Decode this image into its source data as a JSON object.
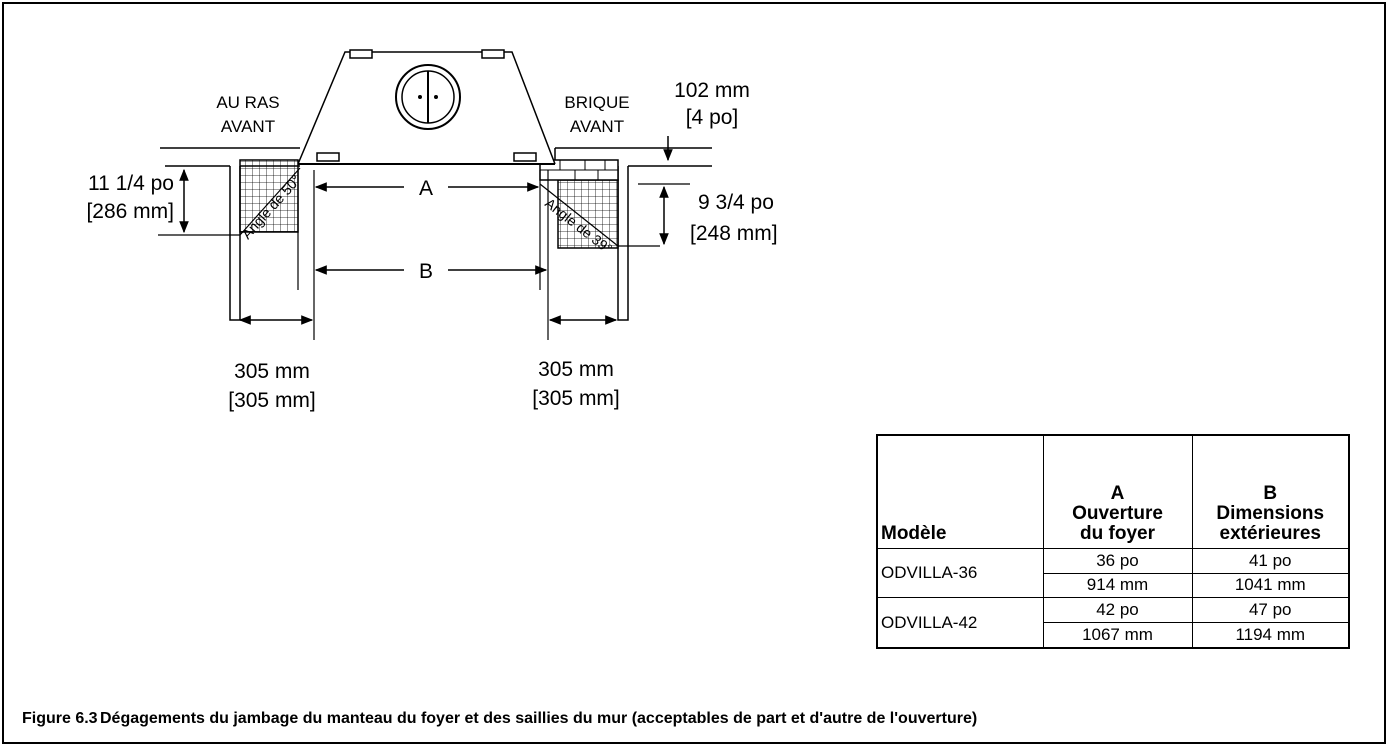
{
  "labels": {
    "flush_front": [
      "AU RAS",
      "AVANT"
    ],
    "brick_front": [
      "BRIQUE",
      "AVANT"
    ],
    "projection_top": [
      "102 mm",
      "[4 po]"
    ],
    "left_height": [
      "11 1/4 po",
      "[286 mm]"
    ],
    "right_height": [
      "9 3/4 po",
      "[248 mm]"
    ],
    "dim_a": "A",
    "dim_b": "B",
    "left_angle": "Angle de 50°",
    "right_angle": "Angle de 39°",
    "left_width": [
      "305 mm",
      "[305 mm]"
    ],
    "right_width": [
      "305 mm",
      "[305 mm]"
    ]
  },
  "table": {
    "headers": {
      "model": "Modèle",
      "a": [
        "A",
        "Ouverture",
        "du foyer"
      ],
      "b": [
        "B",
        "Dimensions",
        "extérieures"
      ]
    },
    "rows": [
      {
        "model": "ODVILLA-36",
        "a_in": "36 po",
        "b_in": "41 po",
        "a_mm": "914 mm",
        "b_mm": "1041 mm"
      },
      {
        "model": "ODVILLA-42",
        "a_in": "42 po",
        "b_in": "47 po",
        "a_mm": "1067 mm",
        "b_mm": "1194 mm"
      }
    ]
  },
  "caption": {
    "number": "Figure 6.3",
    "text": "Dégagements du jambage du manteau du foyer et des saillies du mur (acceptables de part et d'autre de l'ouverture)"
  }
}
